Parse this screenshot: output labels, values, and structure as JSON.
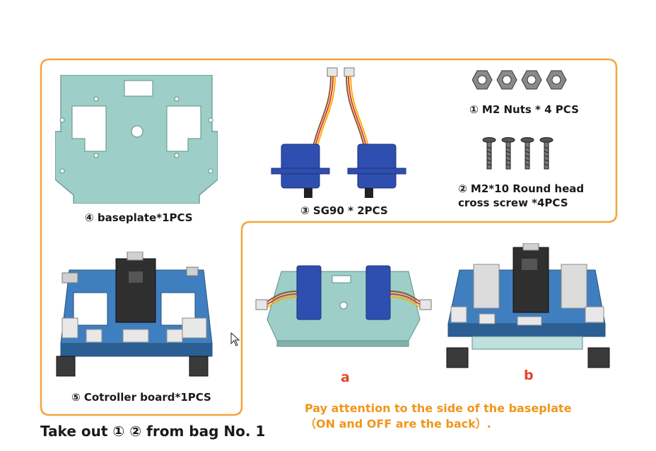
{
  "accent_color": "#f5a43a",
  "parts": {
    "nuts_label": "① M2 Nuts * 4 PCS",
    "screws_label_line1": "② M2*10 Round head",
    "screws_label_line2": "cross screw *4PCS",
    "servo_label": "③ SG90 * 2PCS",
    "baseplate_label": "④ baseplate*1PCS",
    "controller_label": "⑤ Cotroller board*1PCS"
  },
  "views": {
    "a_label": "a",
    "b_label": "b"
  },
  "note": {
    "line1": "Pay attention to the side of the baseplate",
    "line2": "（ON and OFF are the back）."
  },
  "footer": {
    "instruction": "Take out ① ② from bag No. 1"
  },
  "icons": [
    "hex-nut-icon",
    "screw-icon",
    "mouse-cursor-icon"
  ]
}
